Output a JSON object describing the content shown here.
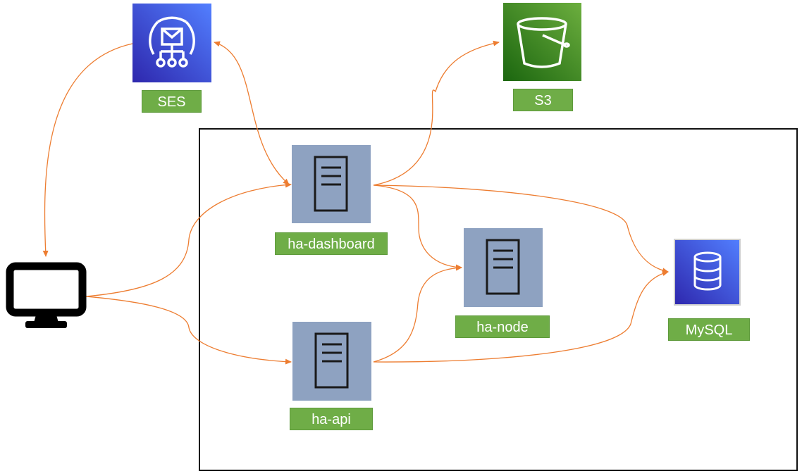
{
  "nodes": {
    "ses": {
      "label": "SES",
      "icon": "ses-email-icon",
      "color": "#3b4fd8"
    },
    "s3": {
      "label": "S3",
      "icon": "s3-bucket-icon",
      "color": "#3f8624"
    },
    "dashboard": {
      "label": "ha-dashboard",
      "icon": "server-icon",
      "color": "#8ea2c1"
    },
    "api": {
      "label": "ha-api",
      "icon": "server-icon",
      "color": "#8ea2c1"
    },
    "node": {
      "label": "ha-node",
      "icon": "server-icon",
      "color": "#8ea2c1"
    },
    "mysql": {
      "label": "MySQL",
      "icon": "database-icon",
      "color": "#3b4fd8"
    },
    "client": {
      "icon": "monitor-icon"
    }
  },
  "colors": {
    "edge": "#ed7d31",
    "label_bg": "#6fad47",
    "boundary": "#111111"
  }
}
